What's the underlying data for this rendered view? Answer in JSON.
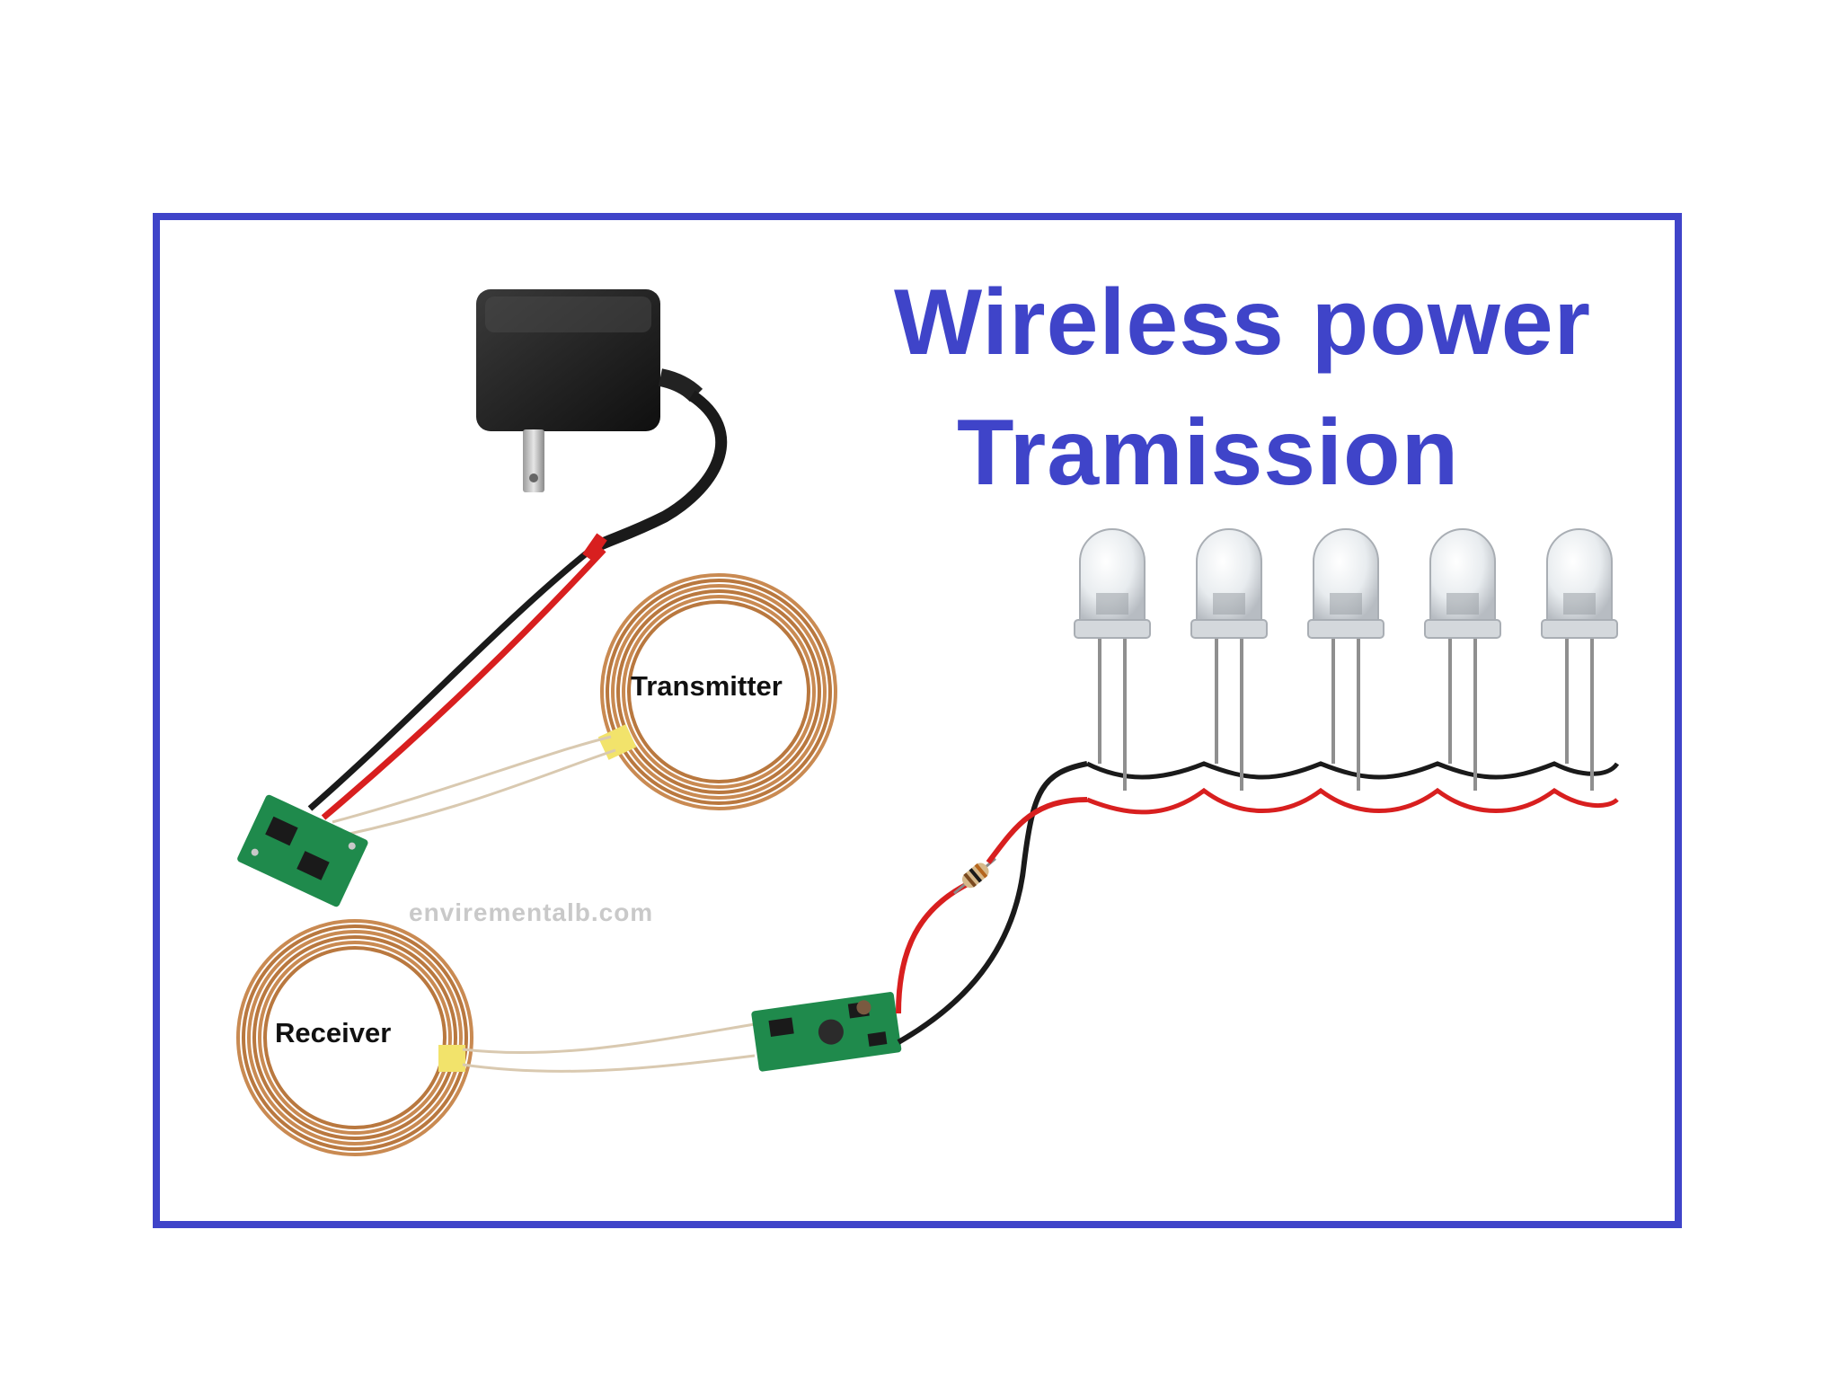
{
  "title": {
    "line1": "Wireless power",
    "line2": "Tramission"
  },
  "labels": {
    "transmitter": "Transmitter",
    "receiver": "Receiver"
  },
  "watermark": "envirementalb.com",
  "components": {
    "power_adapter": "power-adapter-icon",
    "transmitter_board": "pcb-board-icon",
    "transmitter_coil": "copper-coil-icon",
    "receiver_coil": "copper-coil-icon",
    "receiver_board": "pcb-board-icon",
    "resistor": "resistor-icon",
    "led": "led-icon",
    "led_count": 5
  },
  "colors": {
    "frame": "#3f44c9",
    "title": "#3f44c9",
    "copper": "#c98a52",
    "pcb": "#1f8a4c",
    "wire_red": "#d81f1f",
    "wire_black": "#1a1a1a"
  }
}
